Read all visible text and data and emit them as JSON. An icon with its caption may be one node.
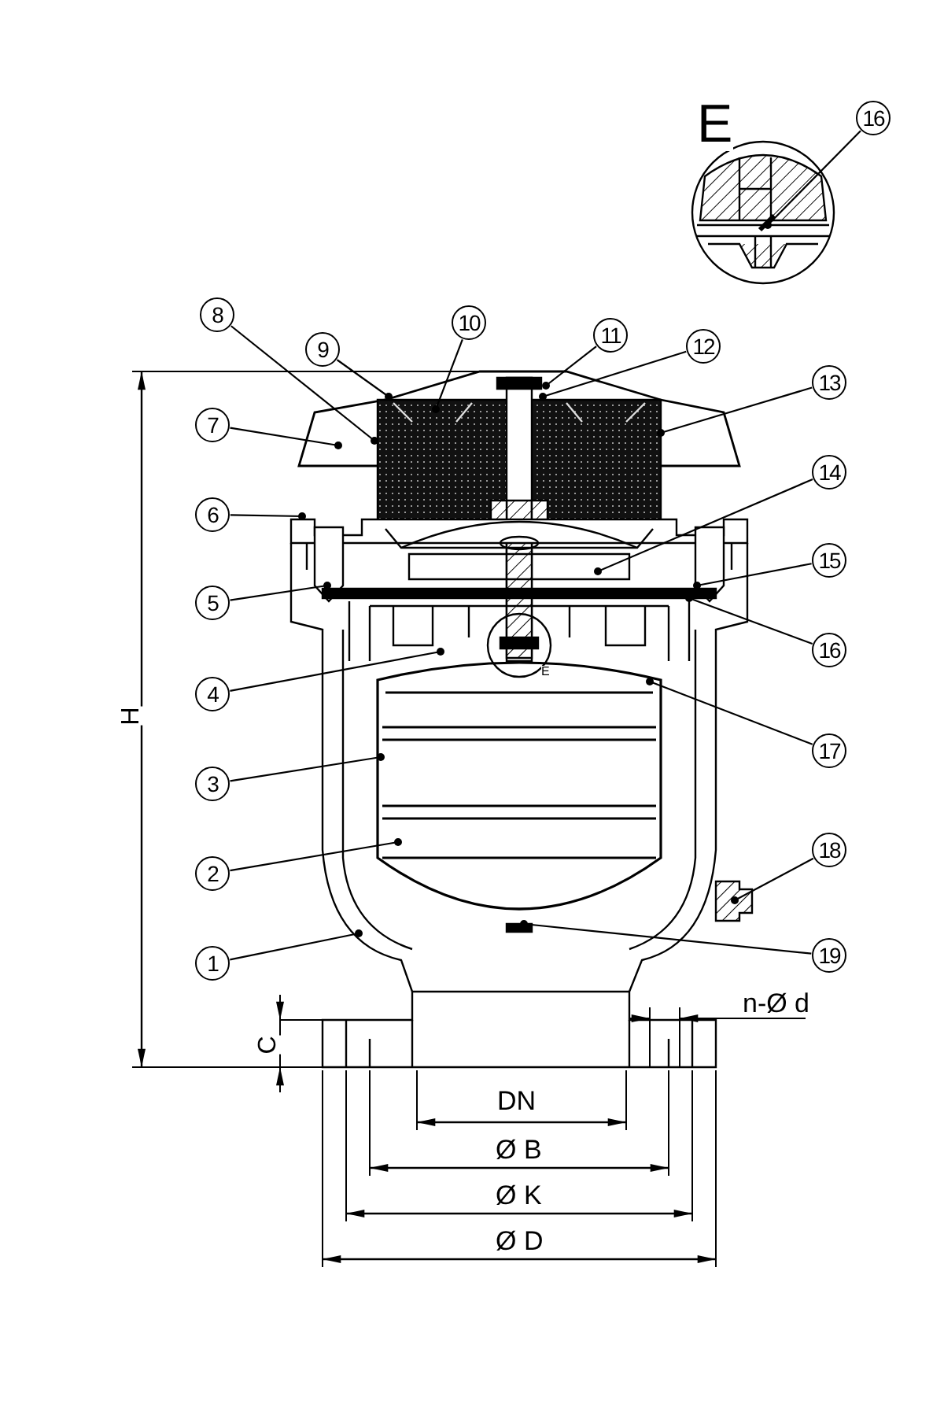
{
  "diagram": {
    "nodes": [
      {
        "text": [
          "1"
        ]
      },
      {
        "text": [
          "2"
        ]
      },
      {
        "text": [
          "3"
        ]
      },
      {
        "text": [
          "4"
        ]
      },
      {
        "text": [
          "5"
        ]
      },
      {
        "text": [
          "6"
        ]
      },
      {
        "text": [
          "7"
        ]
      },
      {
        "text": [
          "8"
        ]
      },
      {
        "text": [
          "9"
        ]
      },
      {
        "text": [
          "10"
        ]
      },
      {
        "text": [
          "11"
        ]
      },
      {
        "text": [
          "12"
        ]
      },
      {
        "text": [
          "13"
        ]
      },
      {
        "text": [
          "14"
        ]
      },
      {
        "text": [
          "15"
        ]
      },
      {
        "text": [
          "16"
        ]
      },
      {
        "text": [
          "17"
        ]
      },
      {
        "text": [
          "18"
        ]
      },
      {
        "text": [
          "19"
        ]
      },
      {
        "text": [
          "16"
        ]
      }
    ],
    "edges": [
      {
        "from": 0,
        "to": null,
        "arrow": "other"
      },
      {
        "from": 1,
        "to": null,
        "arrow": "other"
      },
      {
        "from": 2,
        "to": null,
        "arrow": "other"
      },
      {
        "from": 3,
        "to": null,
        "arrow": "other"
      },
      {
        "from": 4,
        "to": null,
        "arrow": "other"
      },
      {
        "from": 5,
        "to": null,
        "arrow": "other"
      },
      {
        "from": 6,
        "to": null,
        "arrow": "other"
      },
      {
        "from": 7,
        "to": null,
        "arrow": "other"
      },
      {
        "from": 8,
        "to": null,
        "arrow": "other"
      },
      {
        "from": 9,
        "to": null,
        "arrow": "other"
      },
      {
        "from": 10,
        "to": null,
        "arrow": "other"
      },
      {
        "from": 11,
        "to": null,
        "arrow": "other"
      },
      {
        "from": 12,
        "to": null,
        "arrow": "other"
      },
      {
        "from": 13,
        "to": null,
        "arrow": "other"
      },
      {
        "from": 14,
        "to": null,
        "arrow": "other"
      },
      {
        "from": 15,
        "to": null,
        "arrow": "other"
      },
      {
        "from": 16,
        "to": null,
        "arrow": "other"
      },
      {
        "from": 17,
        "to": null,
        "arrow": "other"
      },
      {
        "from": 18,
        "to": null,
        "arrow": "other"
      },
      {
        "from": 19,
        "to": null,
        "arrow": "other"
      }
    ],
    "labels": [
      "E",
      "E",
      "H",
      "n-Ø d",
      "C",
      "DN",
      "Ø B",
      "Ø K",
      "Ø D"
    ]
  }
}
